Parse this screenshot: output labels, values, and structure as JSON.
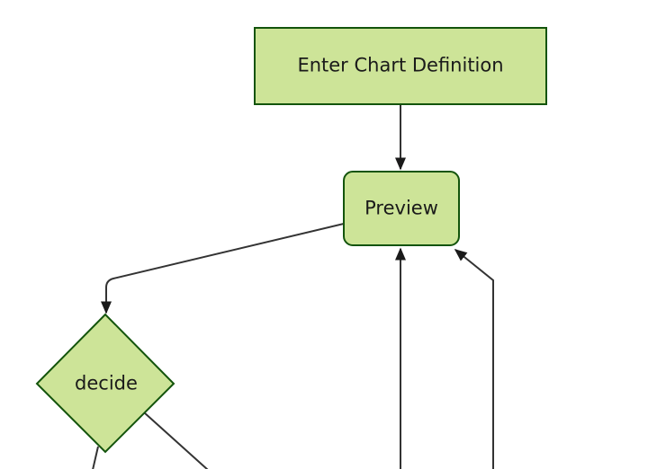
{
  "diagram": {
    "kind": "flowchart",
    "background": "#ffffff",
    "colors": {
      "background": "#ffffff",
      "node_fill": "#cde498",
      "node_border": "#13540c",
      "edge": "#333333",
      "arrowhead": "#1a1a1a",
      "text": "#1a1a1a"
    },
    "nodes": [
      {
        "id": "definition",
        "shape": "rectangle",
        "label": "Enter Chart Definition"
      },
      {
        "id": "preview",
        "shape": "rounded-rectangle",
        "label": "Preview"
      },
      {
        "id": "decide",
        "shape": "diamond",
        "label": "decide"
      }
    ],
    "edges": [
      {
        "from": "definition",
        "to": "preview",
        "arrow": true,
        "label": ""
      },
      {
        "from": "preview",
        "to": "decide",
        "arrow": true,
        "label": ""
      },
      {
        "from": "offscreen-bottom-left-line",
        "to": "preview",
        "arrow": true,
        "label": ""
      },
      {
        "from": "offscreen-bottom-right-line",
        "to": "preview",
        "arrow": true,
        "label": ""
      },
      {
        "from": "decide",
        "to": "offscreen-bottom-right",
        "arrow": false,
        "label": ""
      },
      {
        "from": "decide",
        "to": "offscreen-bottom-left",
        "arrow": false,
        "label": ""
      }
    ]
  }
}
